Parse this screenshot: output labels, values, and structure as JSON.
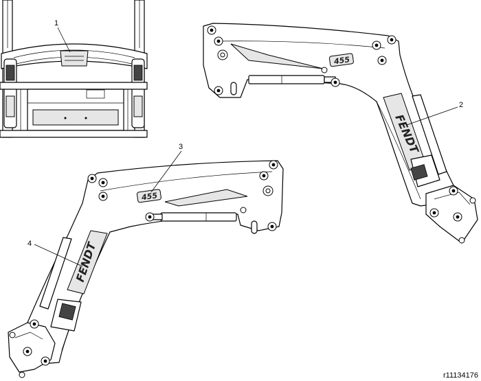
{
  "figure": {
    "reference_id": "r11134176",
    "decal_model_text": "455",
    "decal_brand_text": "FENDT"
  },
  "callouts": [
    {
      "id": "callout-1",
      "label": "1"
    },
    {
      "id": "callout-2",
      "label": "2"
    },
    {
      "id": "callout-3",
      "label": "3"
    },
    {
      "id": "callout-4",
      "label": "4"
    }
  ]
}
